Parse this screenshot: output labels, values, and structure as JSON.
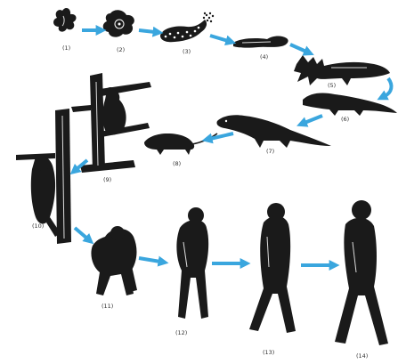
{
  "colors": {
    "arrow": "#3aa6de",
    "silhouette": "#1a1a1a",
    "background": "#ffffff"
  },
  "stages": [
    {
      "label": "(1)"
    },
    {
      "label": "(2)"
    },
    {
      "label": "(3)"
    },
    {
      "label": "(4)"
    },
    {
      "label": "(5)"
    },
    {
      "label": "(6)"
    },
    {
      "label": "(7)"
    },
    {
      "label": "(8)"
    },
    {
      "label": "(9)"
    },
    {
      "label": "(10)"
    },
    {
      "label": "(11)"
    },
    {
      "label": "(12)"
    },
    {
      "label": "(13)"
    },
    {
      "label": "(14)"
    }
  ]
}
